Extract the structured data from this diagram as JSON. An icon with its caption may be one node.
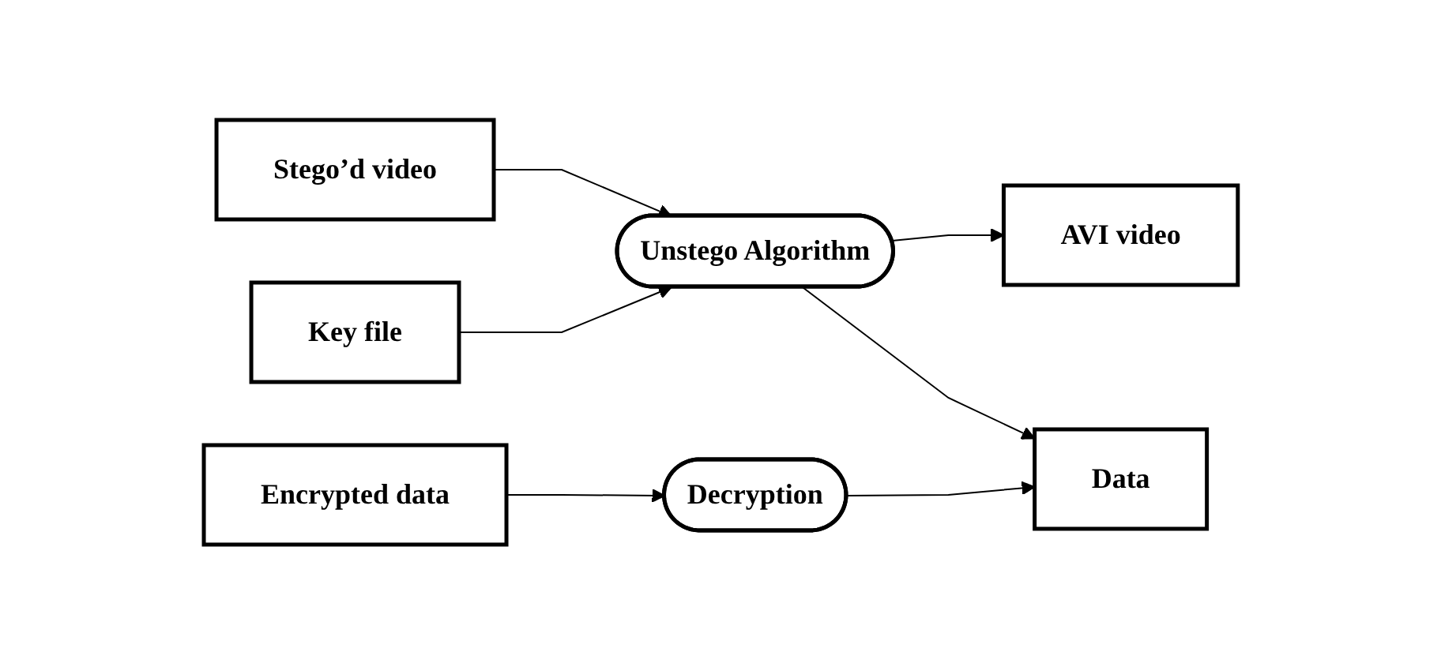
{
  "diagram": {
    "nodes": [
      {
        "text": [
          "AVI video"
        ]
      },
      {
        "text": [
          "Stego’d video"
        ]
      },
      {
        "text": [
          "Unstego Algorithm"
        ]
      },
      {
        "text": [
          "Encrypted data"
        ]
      },
      {
        "text": [
          "Key file"
        ]
      },
      {
        "text": [
          "Data"
        ]
      },
      {
        "text": [
          "Decryption"
        ]
      }
    ],
    "edges": [
      {
        "from": 1,
        "to": 2,
        "arrow": "to"
      },
      {
        "from": 4,
        "to": 2,
        "arrow": "to"
      },
      {
        "from": 2,
        "to": 0,
        "arrow": "to"
      },
      {
        "from": 2,
        "to": 5,
        "arrow": "to"
      },
      {
        "from": 3,
        "to": 6,
        "arrow": "to"
      },
      {
        "from": 6,
        "to": 5,
        "arrow": "to"
      }
    ]
  }
}
